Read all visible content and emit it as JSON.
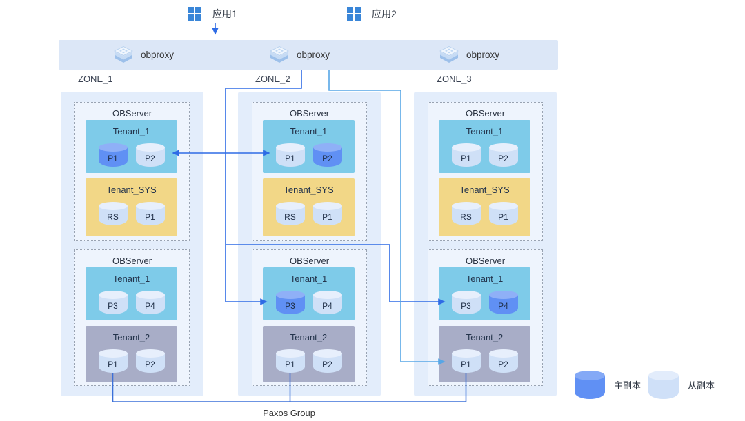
{
  "apps": [
    {
      "label": "应用1"
    },
    {
      "label": "应用2"
    }
  ],
  "proxies": [
    {
      "label": "obproxy"
    },
    {
      "label": "obproxy"
    },
    {
      "label": "obproxy"
    }
  ],
  "zones": [
    {
      "label": "ZONE_1",
      "servers": [
        {
          "title": "OBServer",
          "tenants": [
            {
              "name": "Tenant_1",
              "partitions": [
                {
                  "label": "P1",
                  "primary": true
                },
                {
                  "label": "P2",
                  "primary": false
                }
              ]
            },
            {
              "name": "Tenant_SYS",
              "partitions": [
                {
                  "label": "RS",
                  "primary": false
                },
                {
                  "label": "P1",
                  "primary": false
                }
              ]
            }
          ]
        },
        {
          "title": "OBServer",
          "tenants": [
            {
              "name": "Tenant_1",
              "partitions": [
                {
                  "label": "P3",
                  "primary": false
                },
                {
                  "label": "P4",
                  "primary": false
                }
              ]
            },
            {
              "name": "Tenant_2",
              "partitions": [
                {
                  "label": "P1",
                  "primary": false
                },
                {
                  "label": "P2",
                  "primary": false
                }
              ]
            }
          ]
        }
      ]
    },
    {
      "label": "ZONE_2",
      "servers": [
        {
          "title": "OBServer",
          "tenants": [
            {
              "name": "Tenant_1",
              "partitions": [
                {
                  "label": "P1",
                  "primary": false
                },
                {
                  "label": "P2",
                  "primary": true
                }
              ]
            },
            {
              "name": "Tenant_SYS",
              "partitions": [
                {
                  "label": "RS",
                  "primary": false
                },
                {
                  "label": "P1",
                  "primary": false
                }
              ]
            }
          ]
        },
        {
          "title": "OBServer",
          "tenants": [
            {
              "name": "Tenant_1",
              "partitions": [
                {
                  "label": "P3",
                  "primary": true
                },
                {
                  "label": "P4",
                  "primary": false
                }
              ]
            },
            {
              "name": "Tenant_2",
              "partitions": [
                {
                  "label": "P1",
                  "primary": false
                },
                {
                  "label": "P2",
                  "primary": false
                }
              ]
            }
          ]
        }
      ]
    },
    {
      "label": "ZONE_3",
      "servers": [
        {
          "title": "OBServer",
          "tenants": [
            {
              "name": "Tenant_1",
              "partitions": [
                {
                  "label": "P1",
                  "primary": false
                },
                {
                  "label": "P2",
                  "primary": false
                }
              ]
            },
            {
              "name": "Tenant_SYS",
              "partitions": [
                {
                  "label": "RS",
                  "primary": false
                },
                {
                  "label": "P1",
                  "primary": false
                }
              ]
            }
          ]
        },
        {
          "title": "OBServer",
          "tenants": [
            {
              "name": "Tenant_1",
              "partitions": [
                {
                  "label": "P3",
                  "primary": false
                },
                {
                  "label": "P4",
                  "primary": true
                }
              ]
            },
            {
              "name": "Tenant_2",
              "partitions": [
                {
                  "label": "P1",
                  "primary": false
                },
                {
                  "label": "P2",
                  "primary": false
                }
              ]
            }
          ]
        }
      ]
    }
  ],
  "legend": {
    "items": [
      {
        "label": "主副本",
        "type": "primary"
      },
      {
        "label": "从副本",
        "type": "follower"
      }
    ]
  },
  "paxos_label": "Paxos Group",
  "colors": {
    "app_icon": "#3a86d8",
    "proxy_bar_bg": "#dce7f7",
    "zone_bg": "#e3edfb",
    "server_bg": "#eef4fd",
    "tenant_user_bg": "#7ecbe9",
    "tenant_sys_bg": "#f2d787",
    "tenant_2_bg": "#a8adc7",
    "primary_replica": "#6090f4",
    "follower_replica": "#cfe0f7",
    "dark_link": "#2e6be5",
    "light_link": "#57a6e6"
  }
}
